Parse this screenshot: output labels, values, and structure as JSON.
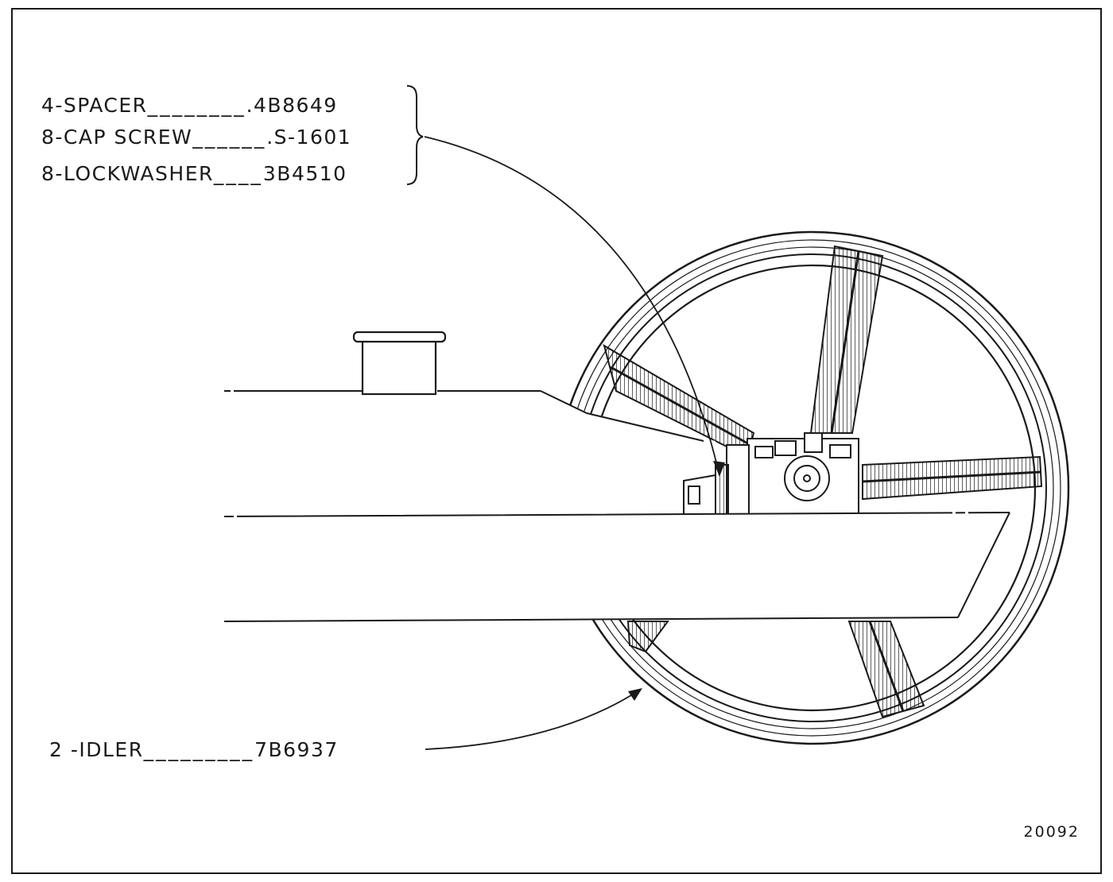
{
  "callouts": {
    "spacer": {
      "qty_name": "4-SPACER",
      "leader": "________",
      "part": ".4B8649"
    },
    "cap_screw": {
      "qty_name": "8-CAP SCREW",
      "leader": "______",
      "part": ".S-1601"
    },
    "lockwasher": {
      "qty_name": "8-LOCKWASHER",
      "leader": "____",
      "part": "3B4510"
    },
    "idler": {
      "qty_name": "2 -IDLER",
      "leader": "_________",
      "part": "7B6937"
    }
  },
  "figure_number": "20092",
  "colors": {
    "ink": "#1a1a1a",
    "paper": "#ffffff"
  }
}
